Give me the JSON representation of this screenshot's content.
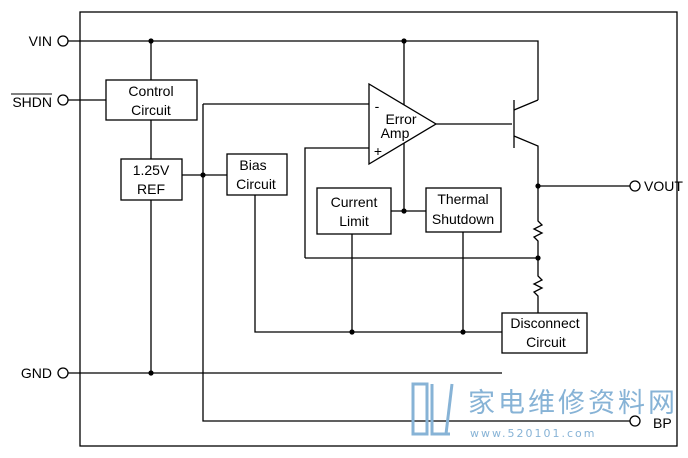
{
  "pins": {
    "vin": "VIN",
    "shdn": "SHDN",
    "gnd": "GND",
    "vout": "VOUT",
    "bp": "BP"
  },
  "blocks": {
    "control": [
      "Control",
      "Circuit"
    ],
    "ref": [
      "1.25V",
      "REF"
    ],
    "bias": [
      "Bias",
      "Circuit"
    ],
    "current_limit": [
      "Current",
      "Limit"
    ],
    "thermal": [
      "Thermal",
      "Shutdown"
    ],
    "disconnect": [
      "Disconnect",
      "Circuit"
    ]
  },
  "amp": {
    "label1": "Error",
    "label2": "Amp",
    "minus": "-",
    "plus": "+"
  },
  "watermark": {
    "cn": "家电维修资料网",
    "url": "www.520101.com"
  },
  "colors": {
    "line": "#000000",
    "watermark": "#87b3d6"
  }
}
